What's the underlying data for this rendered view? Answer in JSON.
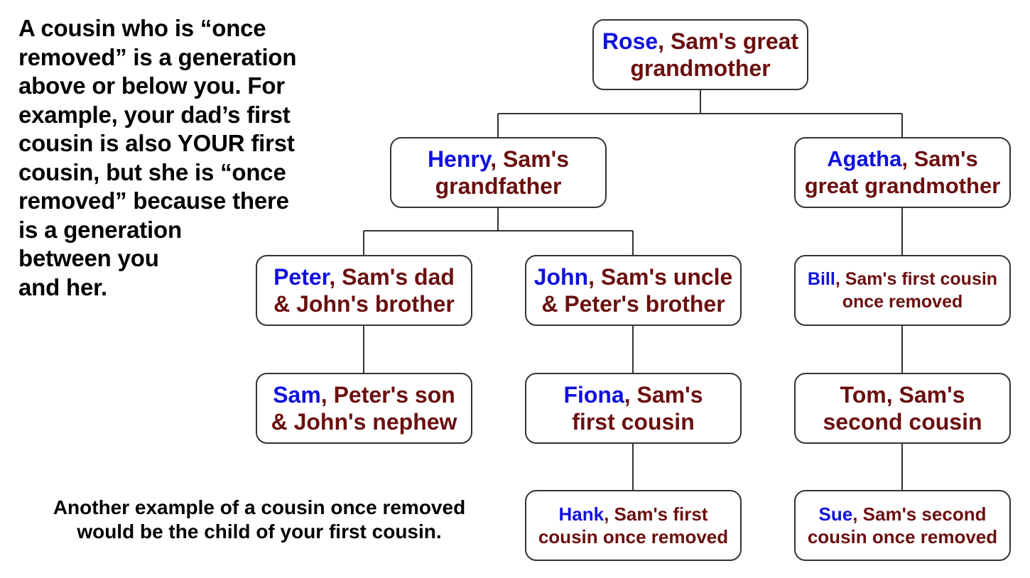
{
  "intro_lines": [
    "A cousin who is “once",
    "removed” is a generation",
    "above or below you. For",
    "example, your dad’s first",
    "cousin is also YOUR first",
    "cousin, but she is “once",
    "removed” because there",
    "is a generation",
    "between you",
    "and her."
  ],
  "note_lines": [
    "Another example of a cousin once removed",
    "would be the child of your first cousin."
  ],
  "nodes": {
    "rose": {
      "name": "Rose",
      "line1_rest": ", Sam's great",
      "line2": "grandmother"
    },
    "henry": {
      "name": "Henry",
      "line1_rest": ", Sam's",
      "line2": "grandfather"
    },
    "agatha": {
      "name": "Agatha",
      "line1_rest": ", Sam's",
      "line2": "great grandmother"
    },
    "peter": {
      "name": "Peter",
      "line1_rest": ", Sam's dad",
      "line2": "& John's brother"
    },
    "john": {
      "name": "John",
      "line1_rest": ", Sam's uncle",
      "line2": "& Peter's brother"
    },
    "bill": {
      "name": "Bill",
      "line1_rest": ", Sam's first cousin",
      "line2": "once removed"
    },
    "sam": {
      "name": "Sam",
      "line1_rest": ", Peter's son",
      "line2": "& John's nephew"
    },
    "fiona": {
      "name": "Fiona",
      "line1_rest": ", Sam's",
      "line2": "first cousin"
    },
    "tom": {
      "line1": "Tom, Sam's",
      "line2": "second cousin"
    },
    "hank": {
      "name": "Hank",
      "line1_rest": ", Sam's first",
      "line2": "cousin once removed"
    },
    "sue": {
      "name": "Sue",
      "line1_rest": ", Sam's second",
      "line2": "cousin once removed"
    }
  },
  "colors": {
    "name": "#1010e0",
    "relation": "#6b0f0f",
    "body_text": "#000000",
    "border": "#333333"
  }
}
